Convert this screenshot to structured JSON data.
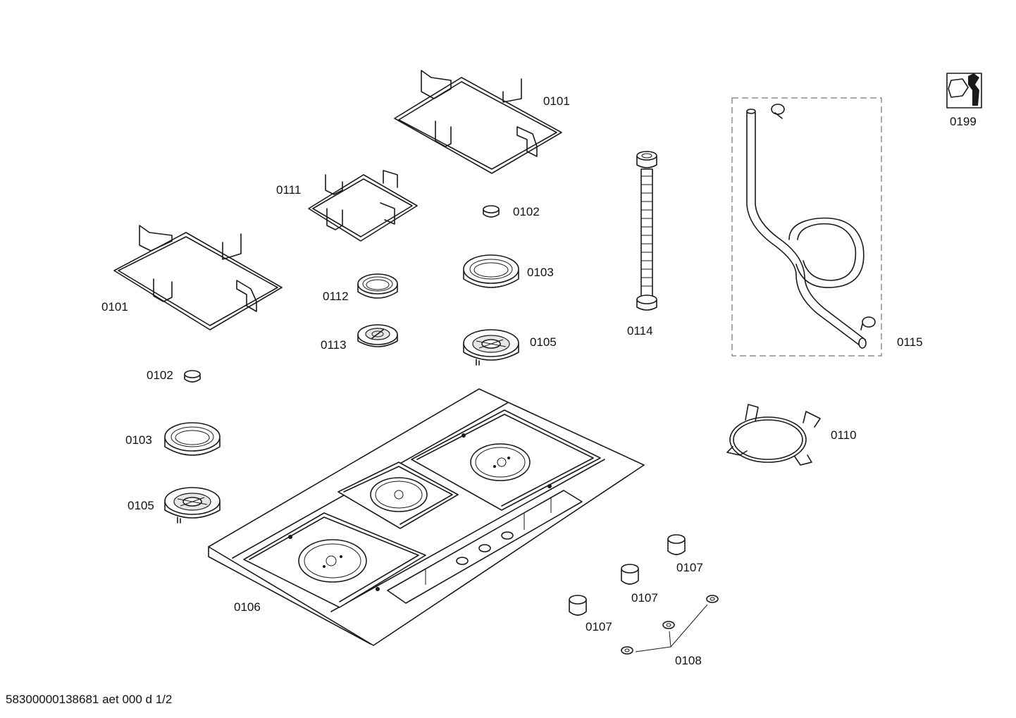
{
  "labels": {
    "pan_support_large_top": "0101",
    "pan_support_large_left": "0101",
    "burner_cap_top": "0102",
    "burner_cap_left": "0102",
    "burner_ring_top": "0103",
    "burner_ring_left": "0103",
    "burner_base_top": "0105",
    "burner_base_left": "0105",
    "hob_top": "0106",
    "knob_1": "0107",
    "knob_2": "0107",
    "knob_3": "0107",
    "knob_seals": "0108",
    "wok_ring": "0110",
    "pan_support_small": "0111",
    "small_burner_ring": "0112",
    "small_burner_base": "0113",
    "gas_pipe": "0114",
    "gas_hose_kit": "0115",
    "service_tool": "0199"
  },
  "footer": "58300000138681 aet 000 d 1/2",
  "icons": [
    "pan-support",
    "burner-cap",
    "burner-ring",
    "burner-base",
    "hob-top",
    "control-knob",
    "knob-seal",
    "wok-ring",
    "gas-pipe",
    "gas-hose",
    "spanner-icon"
  ]
}
